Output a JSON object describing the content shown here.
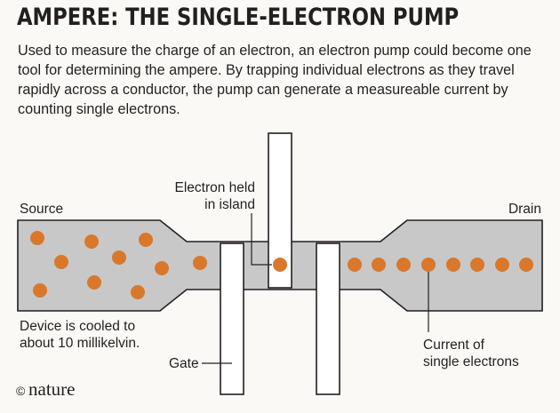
{
  "title": "AMPERE: THE SINGLE-ELECTRON PUMP",
  "description": "Used to measure the charge of an electron, an electron pump could become one tool for determining the ampere. By trapping individual electrons as they travel rapidly across a conductor, the pump can generate a measureable current by counting single electrons.",
  "labels": {
    "source": "Source",
    "drain": "Drain",
    "island_line1": "Electron held",
    "island_line2": "in island",
    "cooled_line1": "Device is cooled to",
    "cooled_line2": "about 10 millikelvin.",
    "gate": "Gate",
    "current_line1": "Current of",
    "current_line2": "single electrons"
  },
  "logo": {
    "copyright": "©",
    "name": "nature"
  },
  "colors": {
    "conductor": "#c8c8c8",
    "electron": "#d9782b",
    "outline": "#231f20",
    "background": "#fbf9f6"
  }
}
